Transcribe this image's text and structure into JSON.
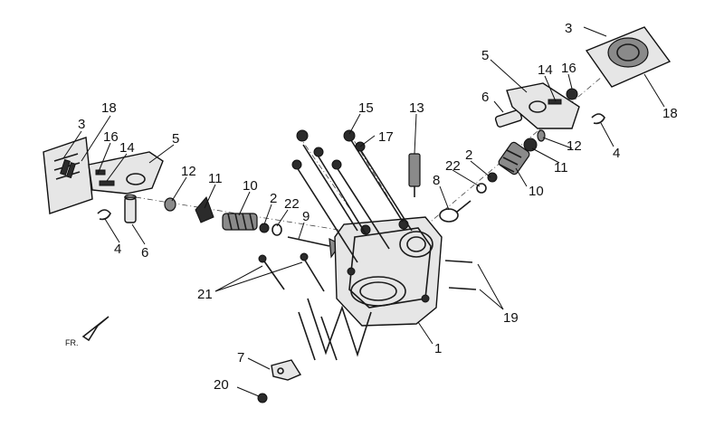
{
  "diagram": {
    "orientation_label": "FR.",
    "callouts": [
      {
        "id": "c1",
        "text": "1"
      },
      {
        "id": "c2a",
        "text": "2"
      },
      {
        "id": "c2b",
        "text": "2"
      },
      {
        "id": "c3a",
        "text": "3"
      },
      {
        "id": "c3b",
        "text": "3"
      },
      {
        "id": "c4a",
        "text": "4"
      },
      {
        "id": "c4b",
        "text": "4"
      },
      {
        "id": "c5a",
        "text": "5"
      },
      {
        "id": "c5b",
        "text": "5"
      },
      {
        "id": "c6a",
        "text": "6"
      },
      {
        "id": "c6b",
        "text": "6"
      },
      {
        "id": "c7",
        "text": "7"
      },
      {
        "id": "c8",
        "text": "8"
      },
      {
        "id": "c9",
        "text": "9"
      },
      {
        "id": "c10a",
        "text": "10"
      },
      {
        "id": "c10b",
        "text": "10"
      },
      {
        "id": "c11a",
        "text": "11"
      },
      {
        "id": "c11b",
        "text": "11"
      },
      {
        "id": "c12a",
        "text": "12"
      },
      {
        "id": "c12b",
        "text": "12"
      },
      {
        "id": "c13",
        "text": "13"
      },
      {
        "id": "c14a",
        "text": "14"
      },
      {
        "id": "c14b",
        "text": "14"
      },
      {
        "id": "c15",
        "text": "15"
      },
      {
        "id": "c16a",
        "text": "16"
      },
      {
        "id": "c16b",
        "text": "16"
      },
      {
        "id": "c17",
        "text": "17"
      },
      {
        "id": "c18a",
        "text": "18"
      },
      {
        "id": "c18b",
        "text": "18"
      },
      {
        "id": "c19",
        "text": "19"
      },
      {
        "id": "c20",
        "text": "20"
      },
      {
        "id": "c21",
        "text": "21"
      },
      {
        "id": "c22a",
        "text": "22"
      },
      {
        "id": "c22b",
        "text": "22"
      }
    ]
  }
}
